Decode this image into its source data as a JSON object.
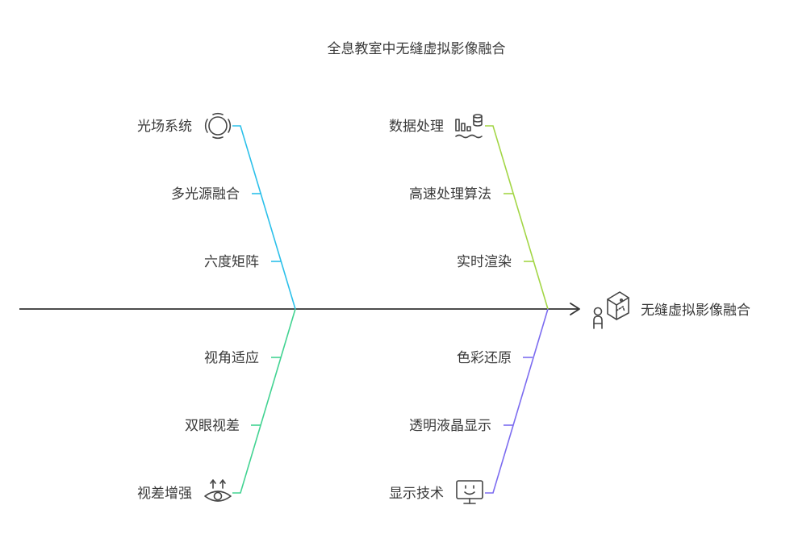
{
  "title": "全息教室中无缝虚拟影像融合",
  "effect": "无缝虚拟影像融合",
  "colors": {
    "spine": "#333333",
    "light_field": "#2bc0ea",
    "data_processing": "#a3d646",
    "view_angle": "#42d392",
    "display": "#7c6cf0"
  },
  "branches": [
    {
      "id": "light-field",
      "category": "光场系统",
      "icon": "ring-icon",
      "causes": [
        "多光源融合",
        "六度矩阵"
      ]
    },
    {
      "id": "data-processing",
      "category": "数据处理",
      "icon": "data-chart-icon",
      "causes": [
        "高速处理算法",
        "实时渲染"
      ]
    },
    {
      "id": "view-angle",
      "category": "视差增强",
      "icon": "eye-icon",
      "causes": [
        "视角适应",
        "双眼视差"
      ]
    },
    {
      "id": "display",
      "category": "显示技术",
      "icon": "monitor-icon",
      "causes": [
        "色彩还原",
        "透明液晶显示"
      ]
    }
  ]
}
